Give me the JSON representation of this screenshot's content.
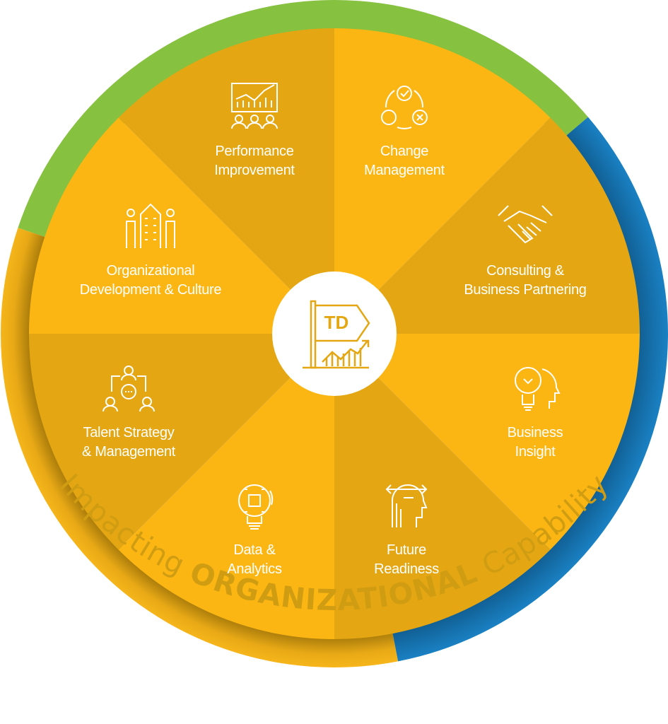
{
  "center": {
    "logo_text": "TD",
    "icon": "flag-growth-chart-icon"
  },
  "segments": [
    {
      "lines": [
        "Change",
        "Management"
      ],
      "icon": "change-cycle-icon",
      "shade": "light"
    },
    {
      "lines": [
        "Consulting &",
        "Business Partnering"
      ],
      "icon": "handshake-icon",
      "shade": "dark"
    },
    {
      "lines": [
        "Business",
        "Insight"
      ],
      "icon": "lightbulb-head-icon",
      "shade": "light"
    },
    {
      "lines": [
        "Future",
        "Readiness"
      ],
      "icon": "head-arrows-icon",
      "shade": "dark"
    },
    {
      "lines": [
        "Data &",
        "Analytics"
      ],
      "icon": "lightbulb-data-icon",
      "shade": "light"
    },
    {
      "lines": [
        "Talent Strategy",
        "& Management"
      ],
      "icon": "team-network-icon",
      "shade": "dark"
    },
    {
      "lines": [
        "Organizational",
        "Development & Culture"
      ],
      "icon": "building-people-icon",
      "shade": "light"
    },
    {
      "lines": [
        "Performance",
        "Improvement"
      ],
      "icon": "presentation-chart-icon",
      "shade": "dark"
    }
  ],
  "caption": {
    "part1": "Impacting ",
    "part2": "ORGANIZATIONAL",
    "part3": " Capability"
  },
  "colors": {
    "light": "#FBB614",
    "dark": "#E4A713",
    "green": "#86C140",
    "blue": "#1A7DBF",
    "ring_yellow": "#F4B31A",
    "caption": "#D09D12"
  }
}
